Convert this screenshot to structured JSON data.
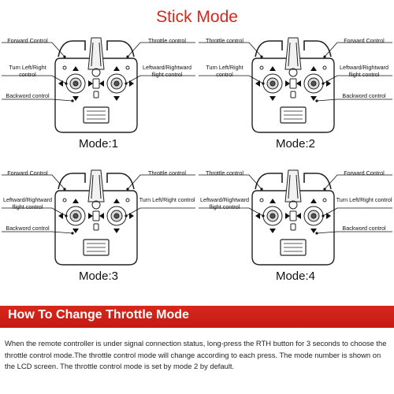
{
  "title": "Stick Mode",
  "panels": [
    {
      "mode_label": "Mode:1",
      "left_labels": [
        "Forward Control",
        "Turn Left/Right control",
        "Backword control"
      ],
      "right_labels": [
        "Throttle control",
        "Leftward/Rightward flight control"
      ]
    },
    {
      "mode_label": "Mode:2",
      "left_labels": [
        "Throttle control",
        "Turn Left/Right control"
      ],
      "right_labels": [
        "Forward Control",
        "Leftward/Rightward flight control",
        "Backword control"
      ]
    },
    {
      "mode_label": "Mode:3",
      "left_labels": [
        "Forward Control",
        "Leftward/Rightward flight control",
        "Backword control"
      ],
      "right_labels": [
        "Throttle control",
        "Turn Left/Right control"
      ]
    },
    {
      "mode_label": "Mode:4",
      "left_labels": [
        "Throttle control",
        "Leftward/Rightward flight control"
      ],
      "right_labels": [
        "Forward Control",
        "Turn Left/Right control",
        "Backword control"
      ]
    }
  ],
  "section": {
    "heading": "How To Change Throttle Mode",
    "body": "When the remote controller is under signal connection status, long-press the RTH button for 3 seconds to choose the throttle control mode.The throttle control mode will change according to each press. The mode number is shown on the LCD screen. The throttle control mode is set by mode 2 by default."
  },
  "colors": {
    "title": "#d9261c",
    "banner": "#d01f17",
    "banner_text": "#ffffff"
  }
}
